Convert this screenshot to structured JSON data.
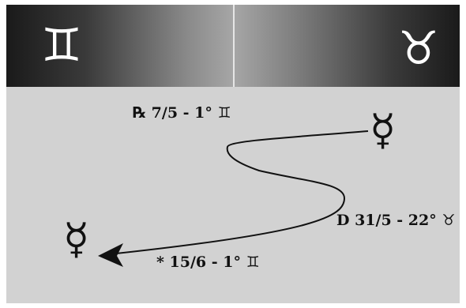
{
  "band": {
    "left_sign": "♊",
    "right_sign": "♉"
  },
  "labels": {
    "retrograde_symbol": "℞",
    "retrograde_text": "7/5 - 1°",
    "retrograde_sign": "♊",
    "direct_text": "D 31/5 - 22°",
    "direct_sign": "♉",
    "shadow_text": "* 15/6 - 1°",
    "shadow_sign": "♊"
  },
  "planet": {
    "symbol": "☿",
    "icon": "mercury-icon"
  },
  "colors": {
    "background": "#d2d2d2",
    "band_dark": "#1a1a1a",
    "band_light": "#a6a6a6",
    "ink": "#111111"
  }
}
